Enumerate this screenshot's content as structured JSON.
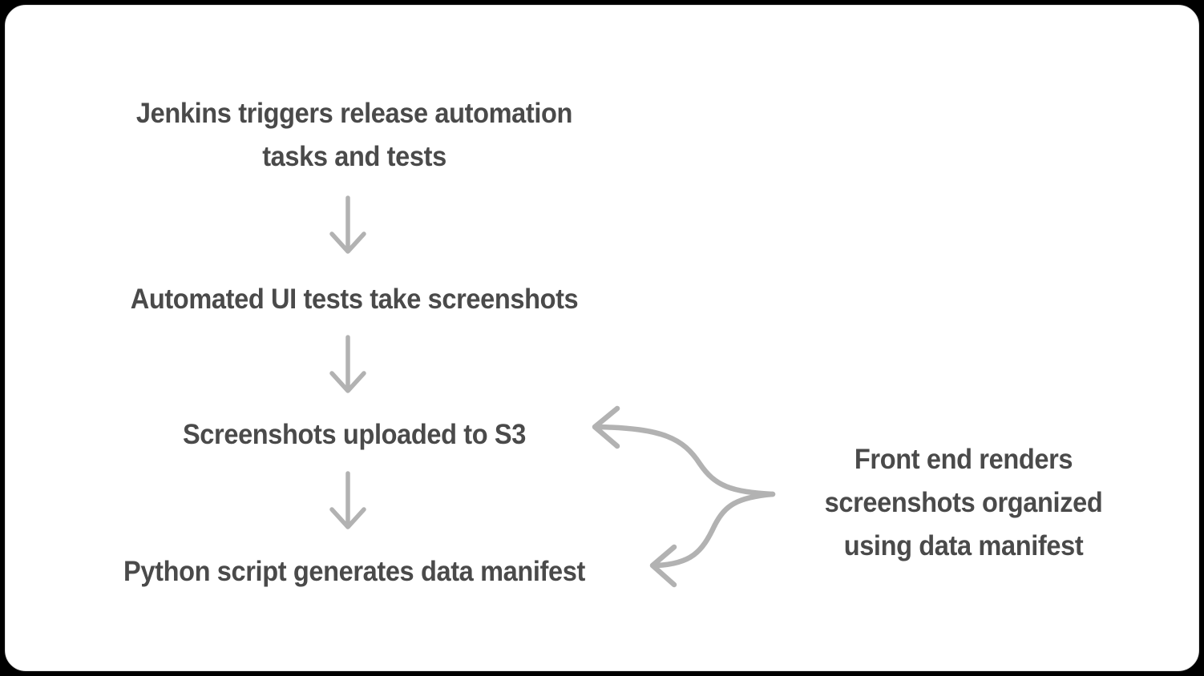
{
  "canvas": {
    "background": "#000000",
    "card_background": "#ffffff",
    "card_border_color": "#e3e3e3",
    "text_color": "#4a4a4a",
    "arrow_color": "#b2b2b2"
  },
  "diagram": {
    "type": "flowchart",
    "title": "",
    "steps": [
      {
        "id": "step-1",
        "label": "Jenkins triggers release automation\ntasks and tests"
      },
      {
        "id": "step-2",
        "label": "Automated UI tests take screenshots"
      },
      {
        "id": "step-3",
        "label": "Screenshots uploaded to S3"
      },
      {
        "id": "step-4",
        "label": "Python script generates data manifest"
      }
    ],
    "notes": [
      {
        "id": "note-1",
        "label": "Front end renders\nscreenshots organized\nusing data manifest"
      }
    ],
    "connections": [
      {
        "from": "step-1",
        "to": "step-2",
        "icon": "arrow-down-icon"
      },
      {
        "from": "step-2",
        "to": "step-3",
        "icon": "arrow-down-icon"
      },
      {
        "from": "step-3",
        "to": "step-4",
        "icon": "arrow-down-icon"
      },
      {
        "from": "note-1",
        "to": "step-3",
        "icon": "curved-arrow-left-up-icon"
      },
      {
        "from": "note-1",
        "to": "step-4",
        "icon": "curved-arrow-left-down-icon"
      }
    ]
  }
}
